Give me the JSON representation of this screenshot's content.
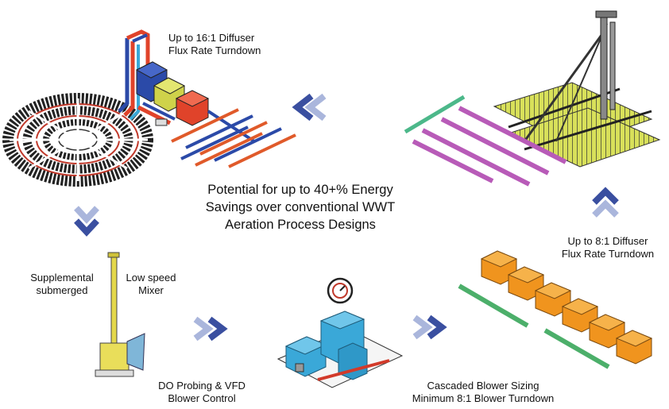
{
  "labels": {
    "top_diffuser_line1": "Up to 16:1 Diffuser",
    "top_diffuser_line2": "Flux Rate Turndown",
    "center_line1": "Potential for up to 40+%   Energy",
    "center_line2": "Savings  over conventional WWT",
    "center_line3": "Aeration Process Designs",
    "right_diffuser_line1": "Up to 8:1 Diffuser",
    "right_diffuser_line2": "Flux Rate Turndown",
    "supplemental_line1": "Supplemental",
    "supplemental_line2": "submerged",
    "mixer_line1": "Low speed",
    "mixer_line2": "Mixer",
    "do_line1": "DO Probing & VFD",
    "do_line2": "Blower Control",
    "cascade_line1": "Cascaded Blower Sizing",
    "cascade_line2": "Minimum 8:1 Blower Turndown"
  },
  "colors": {
    "arrow_dark": "#3a4fa0",
    "arrow_light": "#aab6dc",
    "blue_block": "#2b4aa8",
    "yellow_block": "#cfd24a",
    "red_block": "#e0432a",
    "cyan_block": "#3aa8d8",
    "orange_block": "#f0941e",
    "green_pipe": "#7bc08f",
    "purple_pipe": "#b85bb8",
    "lime_grid": "#d8e05a"
  },
  "icons": [
    "chevron-left-icon",
    "chevron-down-icon",
    "chevron-right-icon",
    "chevron-up-icon",
    "gauge-icon"
  ]
}
